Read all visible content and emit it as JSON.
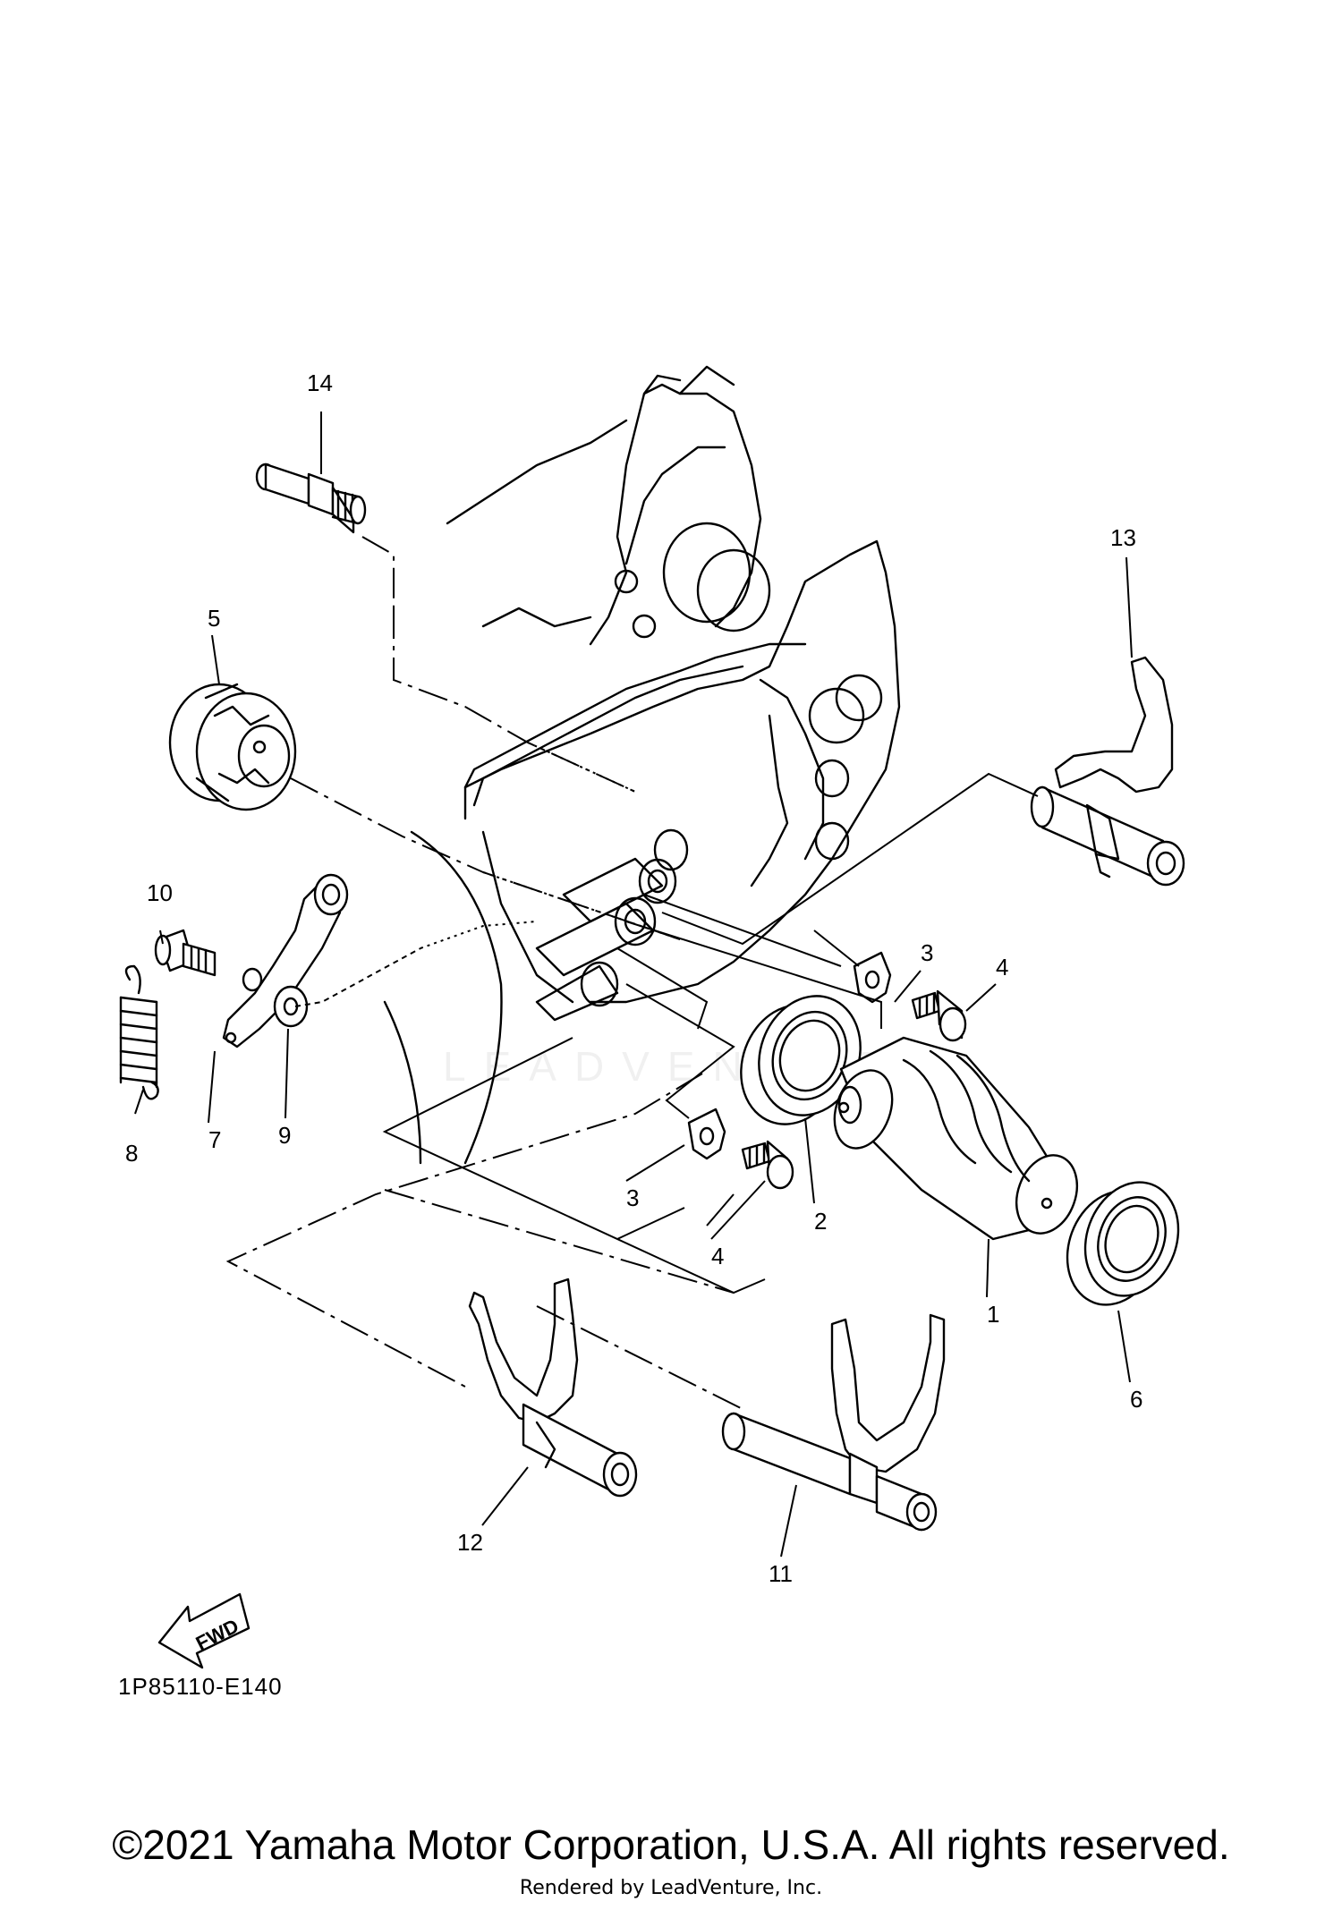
{
  "diagram": {
    "reference_code": "1P85110-E140",
    "fwd_label": "FWD",
    "watermark": "LEADVENTURE",
    "callouts": [
      "1",
      "2",
      "3",
      "3",
      "4",
      "4",
      "5",
      "6",
      "7",
      "8",
      "9",
      "10",
      "11",
      "12",
      "13",
      "14"
    ]
  },
  "footer": {
    "copyright": "©2021 Yamaha Motor Corporation, U.S.A. All rights reserved.",
    "render_note": "Rendered by LeadVenture, Inc."
  },
  "colors": {
    "ink": "#000000",
    "paper": "#ffffff"
  }
}
